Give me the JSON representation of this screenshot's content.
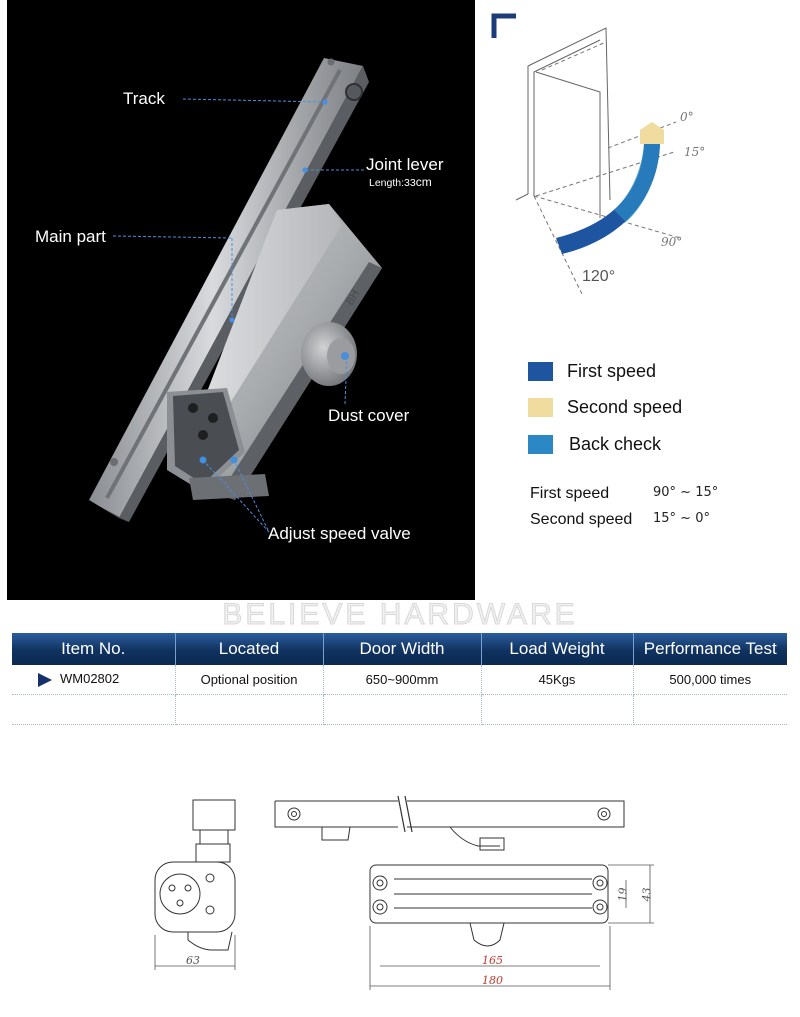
{
  "photo": {
    "callouts": {
      "track": "Track",
      "joint_lever": "Joint lever",
      "joint_lever_length": "Length:33",
      "joint_lever_unit": "cm",
      "main_part": "Main part",
      "dust_cover": "Dust cover",
      "adjust_speed_valve": "Adjust speed valve"
    },
    "body_marking": "BH"
  },
  "diagram": {
    "angles": {
      "a0": "0°",
      "a15": "15°",
      "a90": "90°",
      "a120": "120°"
    }
  },
  "legend": [
    {
      "label": "First speed",
      "color": "#1d55a0"
    },
    {
      "label": "Second speed",
      "color": "#f0dc9e"
    },
    {
      "label": "Back check",
      "color": "#2b88c4"
    }
  ],
  "speeds": [
    {
      "label": "First speed",
      "range": "90°  ~  15°"
    },
    {
      "label": "Second speed",
      "range": "15°  ~  0°"
    }
  ],
  "brand": "BELIEVE HARDWARE",
  "table": {
    "headers": [
      "Item No.",
      "Located",
      "Door Width",
      "Load Weight",
      "Performance Test"
    ],
    "row": {
      "item_no": "WM02802",
      "located": "Optional position",
      "door_width": "650~900mm",
      "load_weight": "45Kgs",
      "performance_test": "500,000 times"
    }
  },
  "drawing": {
    "dims": {
      "side_width": "63",
      "body_length": "165",
      "total_length": "180",
      "inner_height": "19",
      "total_height": "43"
    }
  }
}
